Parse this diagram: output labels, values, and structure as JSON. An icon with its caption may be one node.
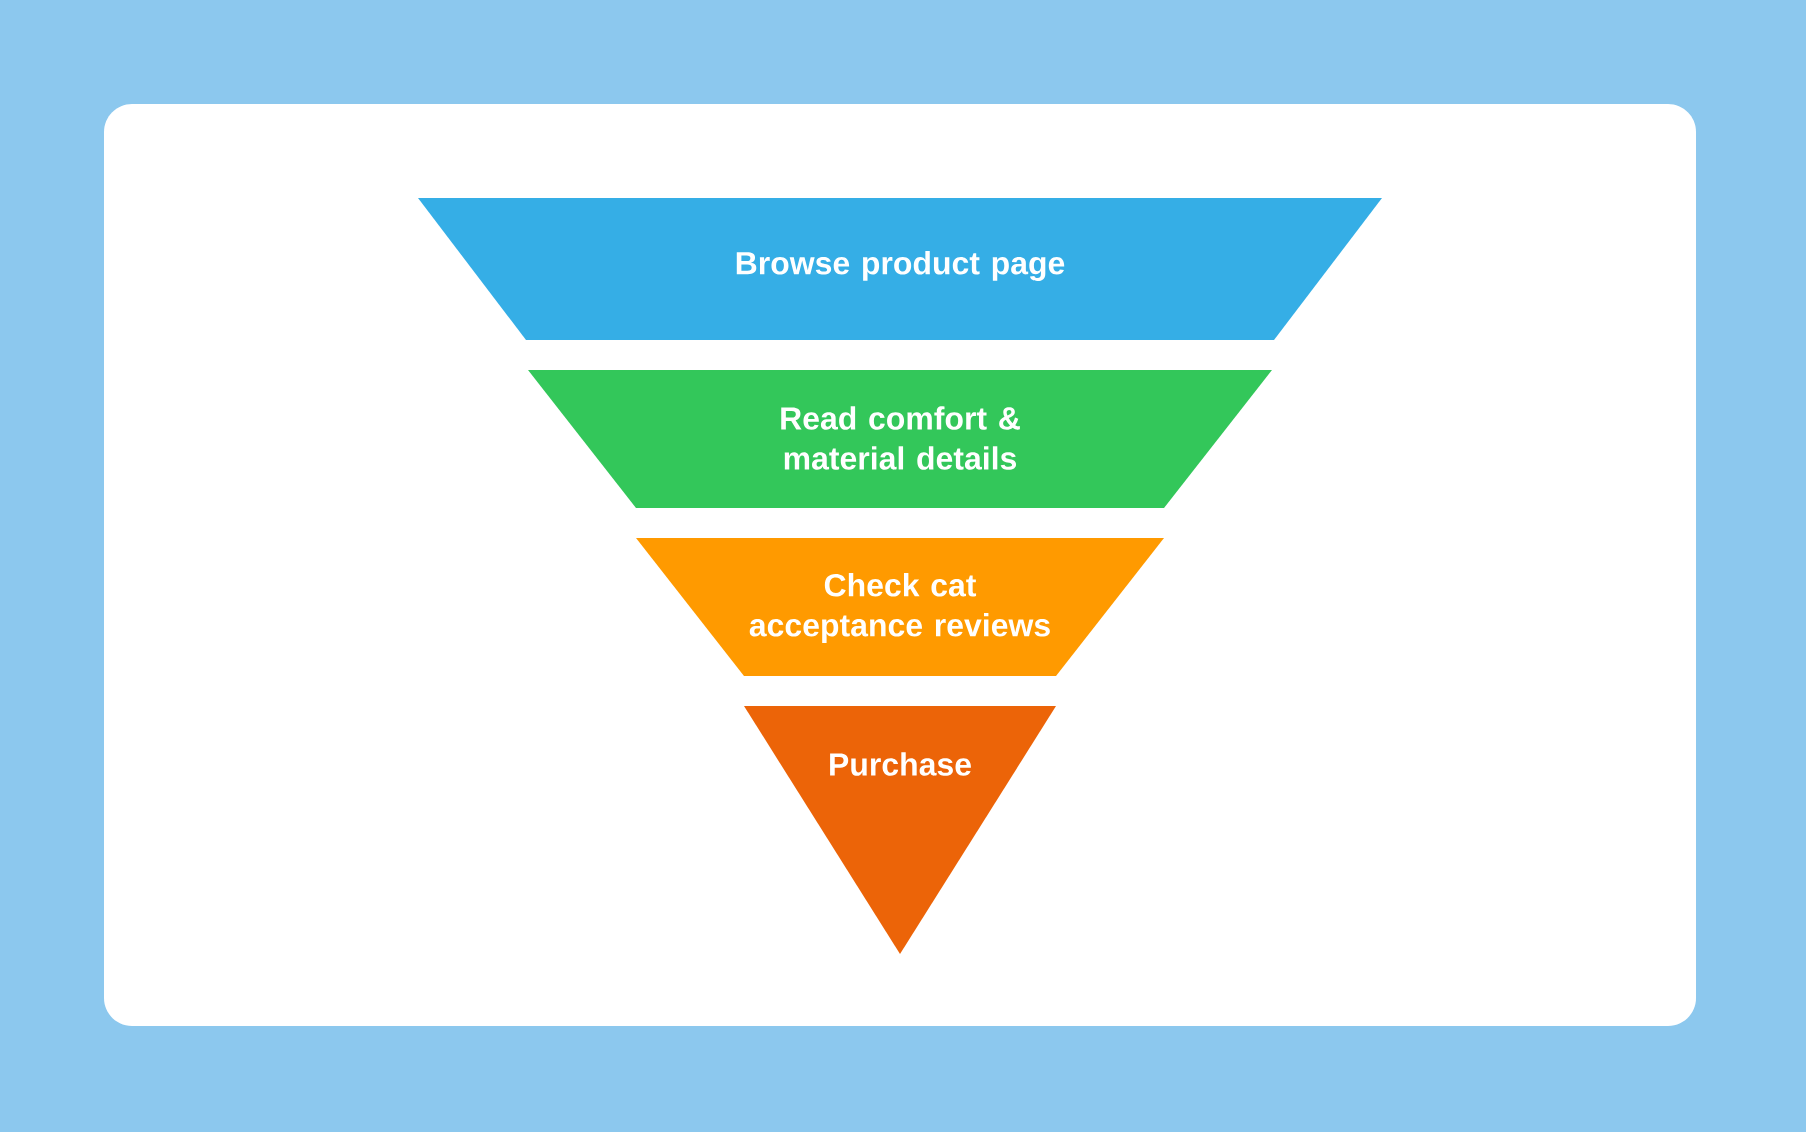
{
  "diagram": {
    "nodes": [
      {
        "text": [
          "Browse product page"
        ]
      },
      {
        "text": [
          "Read comfort & material details"
        ]
      },
      {
        "text": [
          "Check cat acceptance reviews"
        ]
      },
      {
        "text": [
          "Purchase"
        ]
      }
    ]
  }
}
